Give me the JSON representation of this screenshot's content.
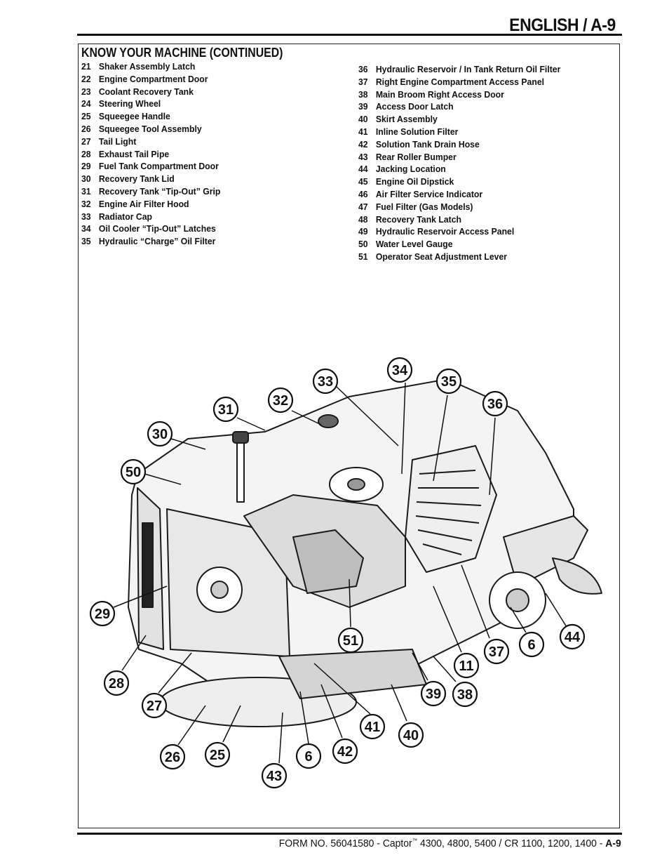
{
  "header": {
    "title": "ENGLISH / A-9"
  },
  "section": {
    "heading": "KNOW YOUR MACHINE (CONTINUED)"
  },
  "parts_left": [
    {
      "num": "21",
      "name": "Shaker Assembly Latch"
    },
    {
      "num": "22",
      "name": "Engine Compartment Door"
    },
    {
      "num": "23",
      "name": "Coolant Recovery Tank"
    },
    {
      "num": "24",
      "name": "Steering Wheel"
    },
    {
      "num": "25",
      "name": "Squeegee Handle"
    },
    {
      "num": "26",
      "name": "Squeegee Tool Assembly"
    },
    {
      "num": "27",
      "name": "Tail Light"
    },
    {
      "num": "28",
      "name": "Exhaust Tail Pipe"
    },
    {
      "num": "29",
      "name": "Fuel Tank Compartment Door"
    },
    {
      "num": "30",
      "name": "Recovery Tank Lid"
    },
    {
      "num": "31",
      "name": "Recovery Tank “Tip-Out” Grip"
    },
    {
      "num": "32",
      "name": "Engine Air Filter Hood"
    },
    {
      "num": "33",
      "name": "Radiator Cap"
    },
    {
      "num": "34",
      "name": "Oil Cooler “Tip-Out” Latches"
    },
    {
      "num": "35",
      "name": "Hydraulic “Charge” Oil Filter"
    }
  ],
  "parts_right": [
    {
      "num": "36",
      "name": "Hydraulic Reservoir / In Tank Return Oil Filter"
    },
    {
      "num": "37",
      "name": "Right Engine Compartment Access Panel"
    },
    {
      "num": "38",
      "name": "Main Broom Right Access Door"
    },
    {
      "num": "39",
      "name": "Access Door Latch"
    },
    {
      "num": "40",
      "name": "Skirt Assembly"
    },
    {
      "num": "41",
      "name": "Inline Solution Filter"
    },
    {
      "num": "42",
      "name": "Solution Tank Drain Hose"
    },
    {
      "num": "43",
      "name": "Rear Roller Bumper"
    },
    {
      "num": "44",
      "name": "Jacking Location"
    },
    {
      "num": "45",
      "name": "Engine Oil Dipstick"
    },
    {
      "num": "46",
      "name": "Air Filter Service Indicator"
    },
    {
      "num": "47",
      "name": "Fuel Filter (Gas Models)"
    },
    {
      "num": "48",
      "name": "Recovery Tank Latch"
    },
    {
      "num": "49",
      "name": "Hydraulic Reservoir Access Panel"
    },
    {
      "num": "50",
      "name": "Water Level Gauge"
    },
    {
      "num": "51",
      "name": "Operator Seat Adjustment Lever"
    }
  ],
  "callouts": [
    "33",
    "34",
    "35",
    "32",
    "31",
    "36",
    "30",
    "50",
    "29",
    "51",
    "6",
    "44",
    "37",
    "11",
    "28",
    "39",
    "38",
    "27",
    "41",
    "40",
    "26",
    "25",
    "6",
    "42",
    "43"
  ],
  "footer": {
    "form": "FORM NO. 56041580 - Captor",
    "tm": "™",
    "models": " 4300, 4800, 5400 / CR 1100, 1200, 1400 - ",
    "page": "A-9"
  }
}
